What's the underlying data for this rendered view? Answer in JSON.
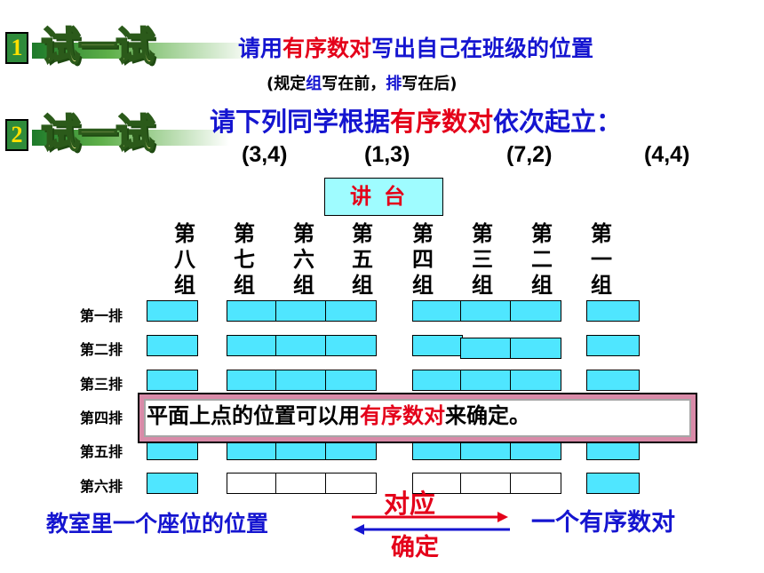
{
  "task1": {
    "num": "1",
    "banner": "试一试",
    "text_a": "请用",
    "text_hl": "有序数对",
    "text_b": "写出自己在班级的位置",
    "note_a": "(规定",
    "note_h1": "组",
    "note_b": "写在前，",
    "note_h2": "排",
    "note_c": "写在后)"
  },
  "task2": {
    "num": "2",
    "banner": "试一试",
    "text_a": "请下列同学根据",
    "text_hl": "有序数对",
    "text_b": "依次起立："
  },
  "coords": [
    "(3,4)",
    "(1,3)",
    "(7,2)",
    "(4,4)"
  ],
  "podium": "讲台",
  "groups": [
    "第八组",
    "第七组",
    "第六组",
    "第五组",
    "第四组",
    "第三组",
    "第二组",
    "第一组"
  ],
  "rows": [
    "第一排",
    "第二排",
    "第三排",
    "第四排",
    "第五排",
    "第六排"
  ],
  "callout": {
    "a": "平面上点的位置可以用",
    "hl": "有序数对",
    "b": "来确定。"
  },
  "bottom": {
    "left": "教室里一个座位的位置",
    "top": "对应",
    "bottom": "确定",
    "right": "一个有序数对"
  },
  "colors": {
    "seat": "#4fe6ff",
    "podium": "#9ffcff",
    "highlight": "#e4001a",
    "text_blue": "#1515d0"
  }
}
